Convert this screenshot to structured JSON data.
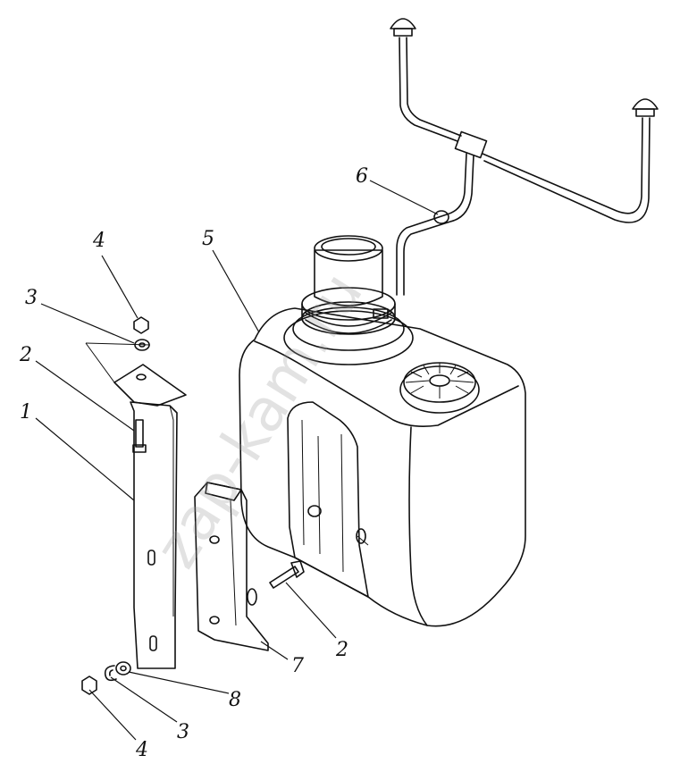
{
  "watermark": "zap-kam.ru",
  "callouts": {
    "c1": "1",
    "c2_upper": "2",
    "c2_lower": "2",
    "c3_upper": "3",
    "c3_lower": "3",
    "c4_upper": "4",
    "c4_lower": "4",
    "c5": "5",
    "c6": "6",
    "c7": "7",
    "c8": "8"
  }
}
